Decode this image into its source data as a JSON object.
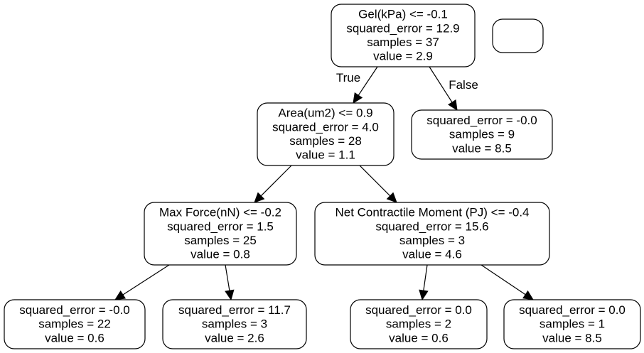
{
  "nodes": [
    {
      "id": "n0",
      "lines": [
        "Gel(kPa) <= -0.1",
        "squared_error = 12.9",
        "samples = 37",
        "value = 2.9"
      ]
    },
    {
      "id": "n1",
      "lines": [
        "Area(um2) <= 0.9",
        "squared_error = 4.0",
        "samples = 28",
        "value = 1.1"
      ]
    },
    {
      "id": "n2",
      "lines": [
        "squared_error = -0.0",
        "samples = 9",
        "value = 8.5"
      ]
    },
    {
      "id": "n3",
      "lines": [
        "Max Force(nN) <= -0.2",
        "squared_error = 1.5",
        "samples = 25",
        "value = 0.8"
      ]
    },
    {
      "id": "n4",
      "lines": [
        "Net Contractile Moment (PJ) <= -0.4",
        "squared_error = 15.6",
        "samples = 3",
        "value = 4.6"
      ]
    },
    {
      "id": "n5",
      "lines": [
        "squared_error = -0.0",
        "samples = 22",
        "value = 0.6"
      ]
    },
    {
      "id": "n6",
      "lines": [
        "squared_error = 11.7",
        "samples = 3",
        "value = 2.6"
      ]
    },
    {
      "id": "n7",
      "lines": [
        "squared_error = 0.0",
        "samples = 2",
        "value = 0.6"
      ]
    },
    {
      "id": "n8",
      "lines": [
        "squared_error = 0.0",
        "samples = 1",
        "value = 8.5"
      ]
    },
    {
      "id": "legend",
      "lines": []
    }
  ],
  "edges": [
    {
      "from": "n0",
      "to": "n1",
      "label": "True"
    },
    {
      "from": "n0",
      "to": "n2",
      "label": "False"
    },
    {
      "from": "n1",
      "to": "n3",
      "label": ""
    },
    {
      "from": "n1",
      "to": "n4",
      "label": ""
    },
    {
      "from": "n3",
      "to": "n5",
      "label": ""
    },
    {
      "from": "n3",
      "to": "n6",
      "label": ""
    },
    {
      "from": "n4",
      "to": "n7",
      "label": ""
    },
    {
      "from": "n4",
      "to": "n8",
      "label": ""
    }
  ]
}
